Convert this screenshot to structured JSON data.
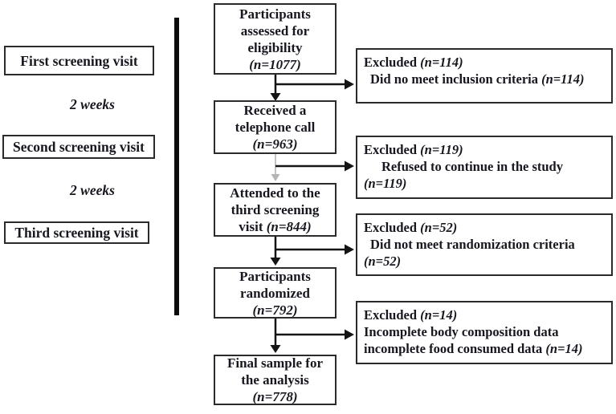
{
  "left_column": {
    "boxes": [
      {
        "label": "First screening visit"
      },
      {
        "label": "Second screening visit"
      },
      {
        "label": "Third screening visit"
      }
    ],
    "intervals": [
      {
        "label": "2 weeks"
      },
      {
        "label": "2 weeks"
      }
    ]
  },
  "flow": [
    {
      "line1": "Participants",
      "line2": "assessed for",
      "line3": "eligibility",
      "n": "(n=1077)"
    },
    {
      "line1": "Received a",
      "line2": "telephone call",
      "n": "(n=963)"
    },
    {
      "line1": "Attended to the",
      "line2": "third screening",
      "line3_prefix": "visit",
      "n": "(n=844)"
    },
    {
      "line1": "Participants",
      "line2": "randomized",
      "n": "(n=792)"
    },
    {
      "line1": "Final sample for",
      "line2": "the analysis",
      "n": "(n=778)"
    }
  ],
  "excluded": [
    {
      "head": "Excluded",
      "head_n": "(n=114)",
      "line2": "Did no meet inclusion criteria",
      "line2_n": "(n=114)"
    },
    {
      "head": "Excluded",
      "head_n": "(n=119)",
      "line2": "Refused to continue in the study",
      "line3_n": "(n=119)"
    },
    {
      "head": "Excluded",
      "head_n": "(n=52)",
      "line2": "Did not meet randomization criteria",
      "line3_n": "(n=52)"
    },
    {
      "head": "Excluded",
      "head_n": "(n=14)",
      "line2": "Incomplete body composition data",
      "line3": "incomplete food consumed data",
      "line3_n": "(n=14)"
    }
  ],
  "colors": {
    "background": "#ffffff",
    "text": "#17171f",
    "box_border": "#2b2b2b",
    "arrow": "#141414",
    "arrow_gray": "#b5b5b5",
    "divider": "#0c0c0c"
  }
}
